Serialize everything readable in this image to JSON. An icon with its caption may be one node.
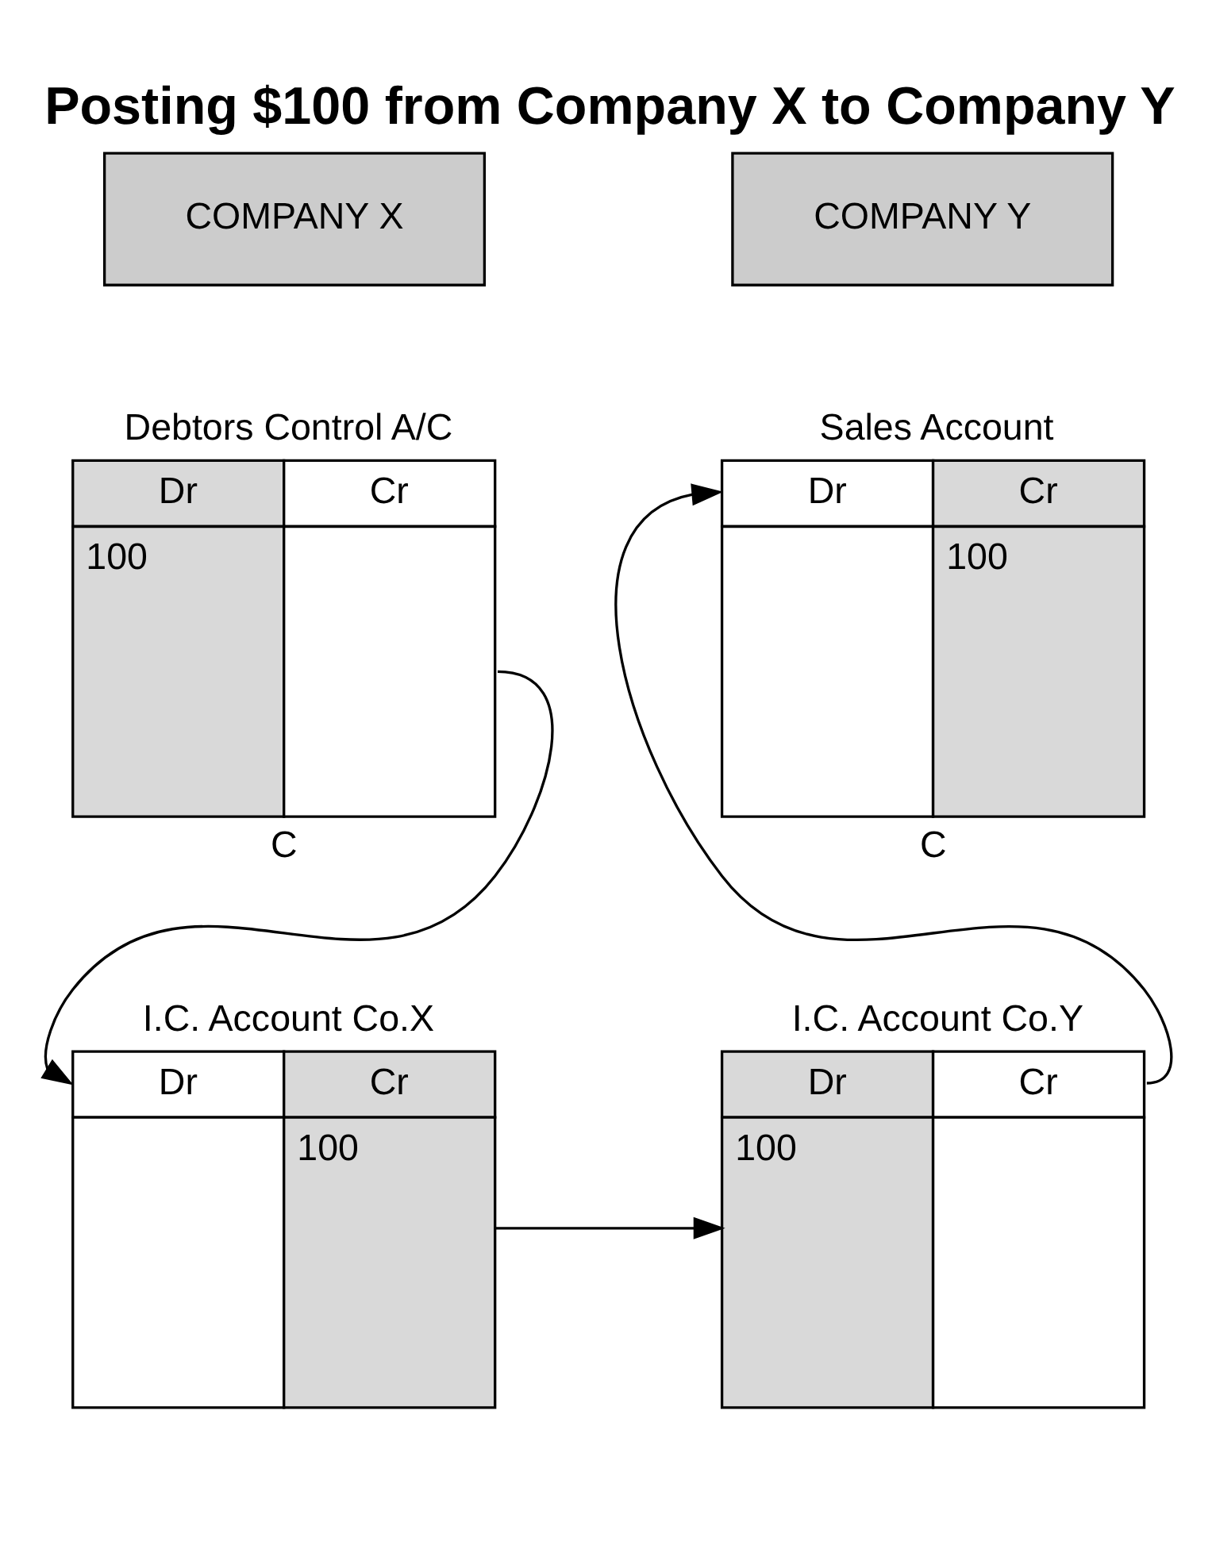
{
  "diagram": {
    "title": "Posting $100 from Company X to Company Y",
    "nodes": [
      {
        "text": [
          "COMPANY X"
        ]
      },
      {
        "text": [
          "COMPANY Y"
        ]
      },
      {
        "text": [
          "Debtors Control A/C",
          "Dr",
          "Cr",
          "100"
        ],
        "beside": [
          "C"
        ]
      },
      {
        "text": [
          "Sales Account",
          "Dr",
          "Cr",
          "100"
        ],
        "beside": [
          "C"
        ]
      },
      {
        "text": [
          "I.C. Account Co.X",
          "Dr",
          "Cr",
          "100"
        ]
      },
      {
        "text": [
          "I.C. Account Co.Y",
          "Dr",
          "Cr",
          "100"
        ]
      }
    ],
    "edges": [
      {
        "from": 2,
        "to": 4,
        "arrow": "to"
      },
      {
        "from": 4,
        "to": 5,
        "arrow": "to"
      },
      {
        "from": 5,
        "to": 3,
        "arrow": "to"
      }
    ]
  }
}
